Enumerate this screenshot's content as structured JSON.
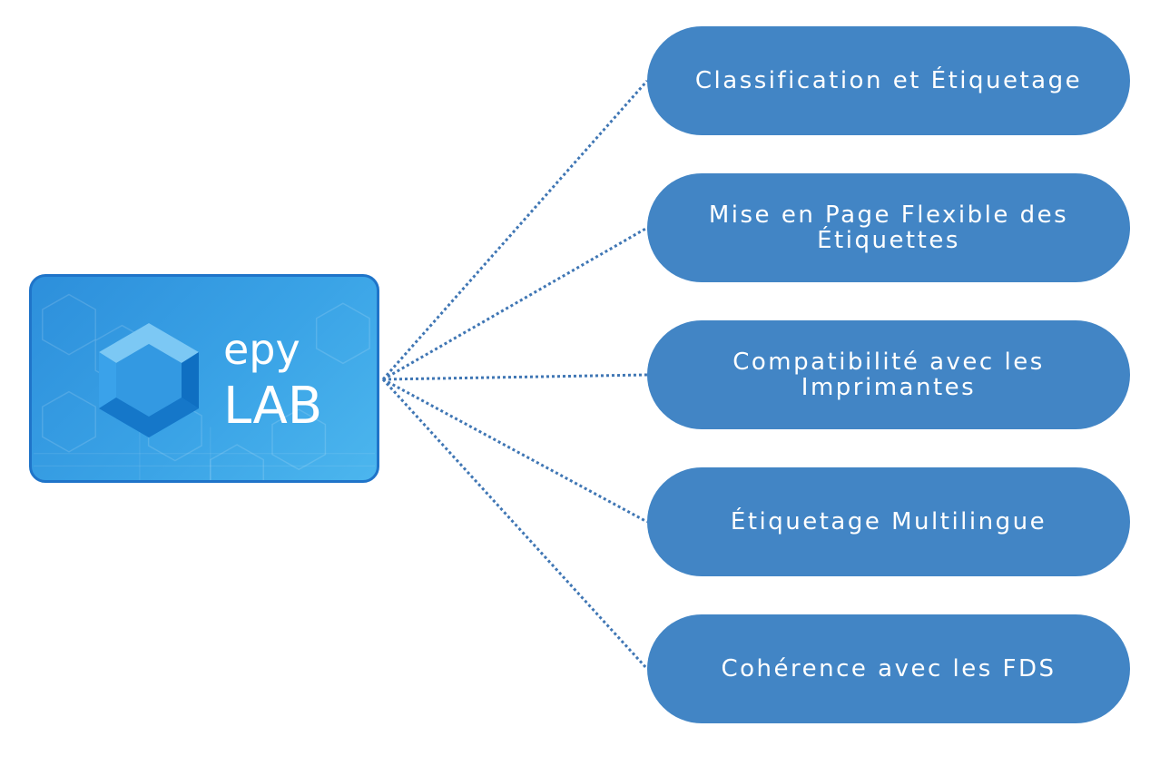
{
  "logo": {
    "line1": "epy",
    "line2": "LAB"
  },
  "features": [
    {
      "label": "Classification et Étiquetage"
    },
    {
      "label": "Mise en Page Flexible des Étiquettes"
    },
    {
      "label": "Compatibilité avec les Imprimantes"
    },
    {
      "label": "Étiquetage Multilingue"
    },
    {
      "label": "Cohérence avec les FDS"
    }
  ],
  "colors": {
    "pill": "#4285c5",
    "connector": "#3f76b4",
    "logo_border": "#1f74c9",
    "text": "#ffffff"
  }
}
